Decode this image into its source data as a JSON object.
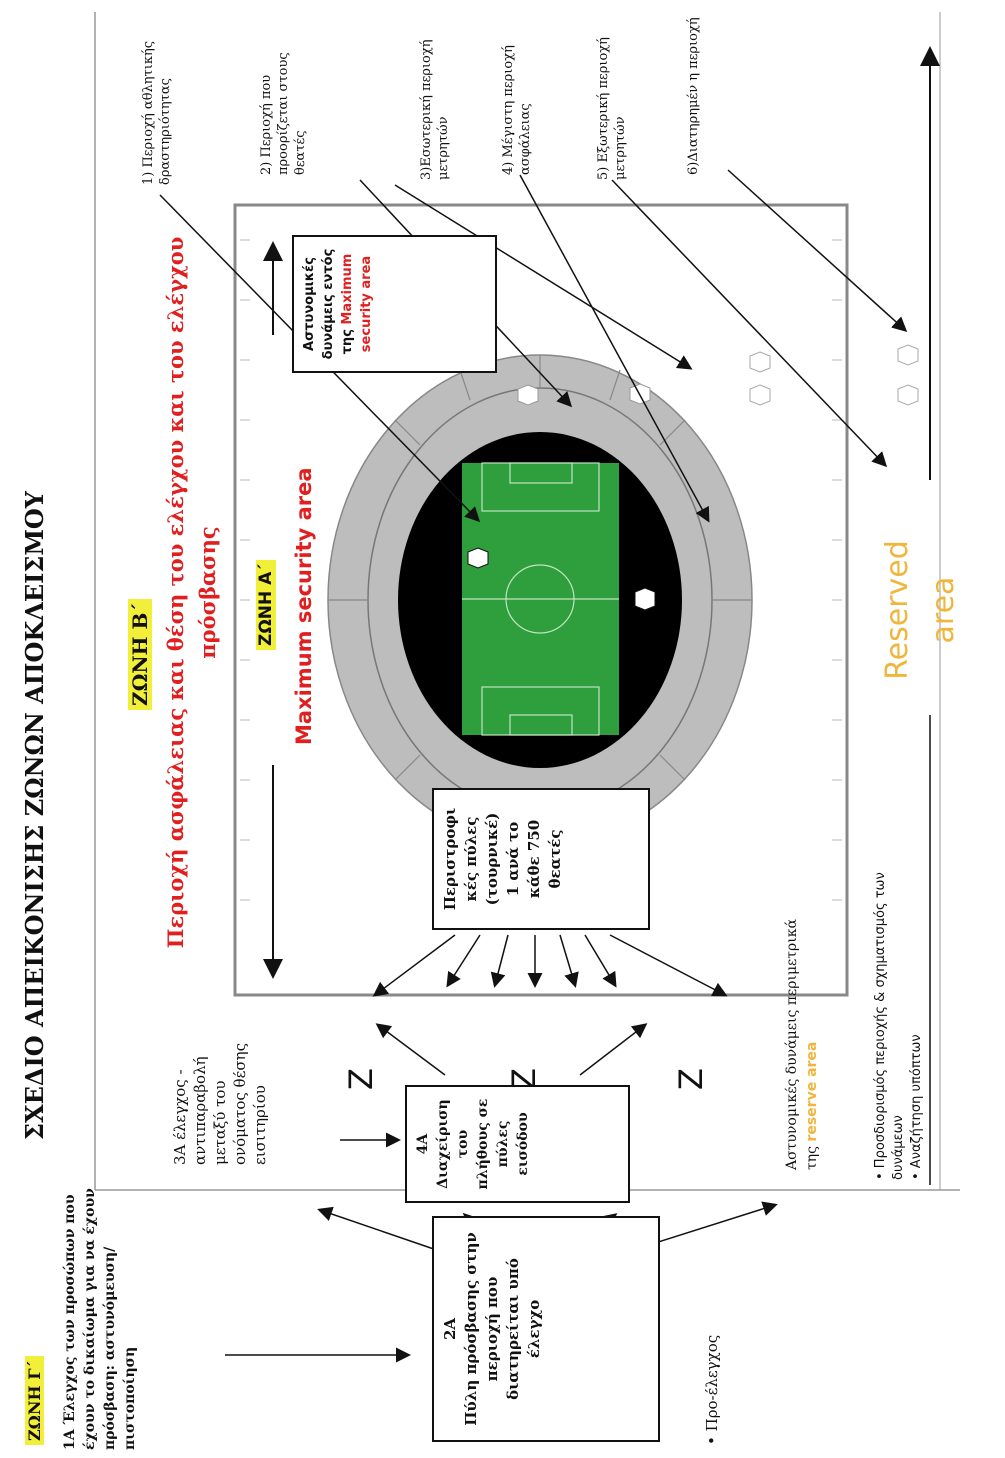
{
  "title": "ΣΧΕΔΙΟ ΑΠΕΙΚΟΝΙΣΗΣ  ΖΩΝΩΝ ΑΠΟΚΛΕΙΣΜΟΥ",
  "zone_b": {
    "label": "ΖΩΝΗ Β΄",
    "subtitle": "Περιοχή ασφάλειας και θέση του ελέγχου και του ελέγχου πρόσβασης"
  },
  "zone_a": {
    "label": "ΖΩΝΗ Α΄",
    "subtitle": "Maximum security area"
  },
  "zone_g": {
    "label": "ΖΩΝΗ Γ΄",
    "text": "1Α Έλεγχος των προσώπων που έχουν το δικαίωμα για να έχουν πρόσβαση: αστυνόμευση/πιστοποίηση"
  },
  "police_box": {
    "prefix": "Αστυνομικές δυνάμεις εντός της",
    "highlight": "Maximum security area"
  },
  "turnstile_box": {
    "line1": "Περιστροφι κές πύλες (τουρνικέ)",
    "line2": "1 ανά το κάθε 750 θεατές"
  },
  "gate4_box": {
    "num": "4Α",
    "text": "Διαχείριση του πλήθους σε πύλες εισόδου"
  },
  "gate2_box": {
    "num": "2Α",
    "text": "Πύλη πρόσβασης στην περιοχή που διατηρείται υπό έλεγχο"
  },
  "control3": "3Α έλεγχος - αντιπαραβολή μεταξύ του ονόματος θέσης εισιτηρίου",
  "perimeter_police": {
    "prefix": "Αστυνομικές δυνάμεις περιμετρικά της",
    "highlight": "reserve area"
  },
  "bullets": [
    "Προσδιορισμός περιοχής & σχηματισμός των δυνάμεων",
    "Αναζήτηση υπόπτων"
  ],
  "pre_control": "Προ-έλεγχος",
  "reserved_area": [
    "Reserved",
    "area"
  ],
  "legend_items": [
    "1) Περιοχή αθλητικής δραστηριότητας",
    "2) Περιοχή που προορίζεται στους θεατές",
    "3)Εσωτερική περιοχή μετρητών",
    "4) Μέγιστη περιοχή ασφάλειας",
    "5) Εξωτερική περιοχή μετρητών",
    "6)Διατηρημέν η περιοχή"
  ],
  "z_marks": [
    "Z",
    "Z",
    "Z"
  ],
  "colors": {
    "field": "#2f9e3d",
    "pitch_surround": "#000000",
    "stands": "#bdbdbd",
    "highlight": "#f2ef3a",
    "red_text": "#e02020",
    "orange_text": "#f0b63c"
  }
}
